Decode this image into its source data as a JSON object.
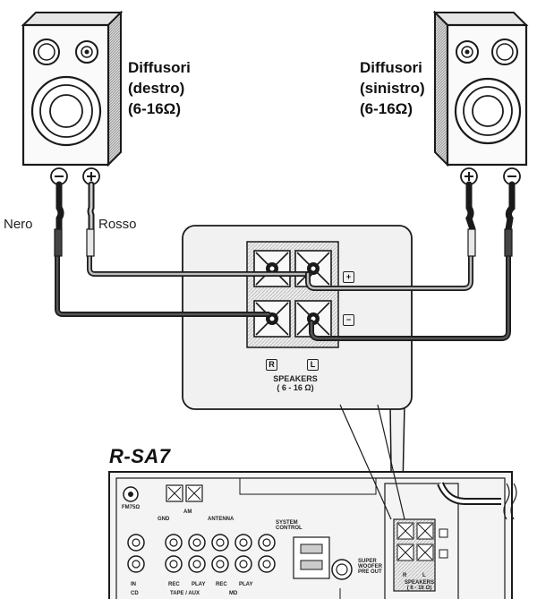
{
  "speakers": {
    "right": {
      "line1": "Diffusori",
      "line2": "(destro)",
      "line3": "(6-16Ω)"
    },
    "left": {
      "line1": "Diffusori",
      "line2": "(sinistro)",
      "line3": "(6-16Ω)"
    }
  },
  "wires": {
    "black": "Nero",
    "red": "Rosso"
  },
  "terminal": {
    "channel_r": "R",
    "channel_l": "L",
    "label": "SPEAKERS",
    "impedance": "( 6 - 16 Ω)",
    "plus": "+",
    "minus": "−"
  },
  "receiver": {
    "model": "R-SA7",
    "labels": {
      "fm": "FM75Ω",
      "gnd": "GND",
      "am": "AM",
      "antenna": "ANTENNA",
      "system_control_1": "SYSTEM",
      "system_control_2": "CONTROL",
      "super_woofer_1": "SUPER",
      "super_woofer_2": "WOOFER",
      "super_woofer_3": "PRE OUT",
      "in": "IN",
      "rec1": "REC",
      "play1": "PLAY",
      "rec2": "REC",
      "play2": "PLAY",
      "cd": "CD",
      "tape_aux": "TAPE / AUX",
      "md": "MD",
      "mini_speakers": "SPEAKERS",
      "mini_impedance": "( 6 - 16 Ω)",
      "mini_r": "R",
      "mini_l": "L"
    }
  },
  "colors": {
    "line": "#1a1a1a",
    "panel_fill": "#efefef",
    "wire_black": "#2b2b2b",
    "wire_red": "#8a8a8a"
  }
}
